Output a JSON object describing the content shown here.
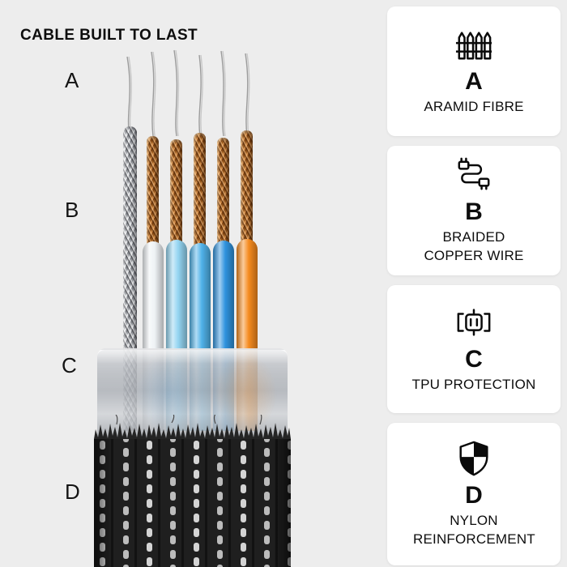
{
  "title": "CABLE BUILT TO LAST",
  "diagram": {
    "layer_labels": [
      {
        "letter": "A"
      },
      {
        "letter": "B"
      },
      {
        "letter": "C"
      },
      {
        "letter": "D"
      }
    ]
  },
  "legend_cards": [
    {
      "letter": "A",
      "label": "ARAMID FIBRE",
      "icon": "fence-icon"
    },
    {
      "letter": "B",
      "label": "BRAIDED COPPER WIRE",
      "icon": "cable-plug-icon"
    },
    {
      "letter": "C",
      "label": "TPU PROTECTION",
      "icon": "bracket-connector-icon"
    },
    {
      "letter": "D",
      "label": "NYLON REINFORCEMENT",
      "icon": "shield-icon"
    }
  ],
  "colors": {
    "background": "#ededed",
    "card_background": "#ffffff",
    "text": "#0d0d0d",
    "copper_wire": "#c07a35",
    "silver_braid": "#c2c5c9",
    "tube_white": "#eef2f5",
    "tube_light_blue": "#93d4f1",
    "tube_blue": "#4fb2e9",
    "tube_dark_blue": "#2f93de",
    "tube_orange": "#f68b1f",
    "tpu_layer": "#c4c7cc",
    "nylon_sleeve": "#1f1f1f"
  }
}
